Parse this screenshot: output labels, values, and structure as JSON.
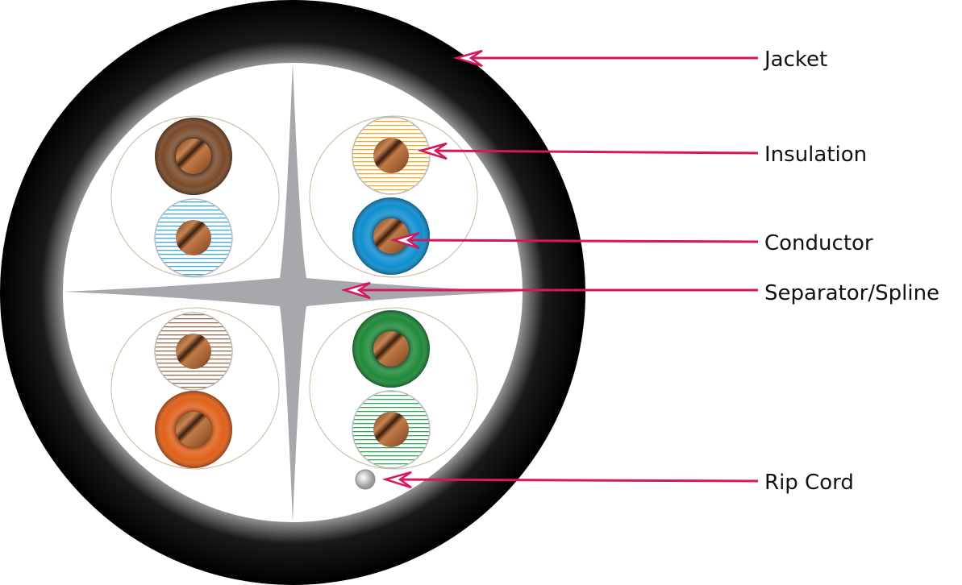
{
  "diagram": {
    "title": "Cable cross-section",
    "labels": {
      "jacket": "Jacket",
      "insulation": "Insulation",
      "conductor": "Conductor",
      "separator": "Separator/Spline",
      "rip_cord": "Rip Cord"
    },
    "colors": {
      "arrow": "#d6175e",
      "jacket": "#000000",
      "spline": "#a7a8ab",
      "pair_outline": "#c8b89a",
      "brown": "#7a4a2a",
      "blue": "#0f8fd0",
      "orange": "#e0601a",
      "green": "#1f8a3a",
      "copper": "#b06a3a"
    },
    "wires": [
      {
        "name": "brown",
        "color": "#7a4a2a",
        "striped": false
      },
      {
        "name": "white-blue",
        "color": "#39a6e0",
        "striped": true
      },
      {
        "name": "white-orange",
        "color": "#f5a623",
        "striped": true
      },
      {
        "name": "blue",
        "color": "#0f8fd0",
        "striped": false
      },
      {
        "name": "white-brown",
        "color": "#9a6a48",
        "striped": true
      },
      {
        "name": "orange",
        "color": "#e0601a",
        "striped": false
      },
      {
        "name": "green",
        "color": "#1f8a3a",
        "striped": false
      },
      {
        "name": "white-green",
        "color": "#2fa85a",
        "striped": true
      }
    ]
  }
}
